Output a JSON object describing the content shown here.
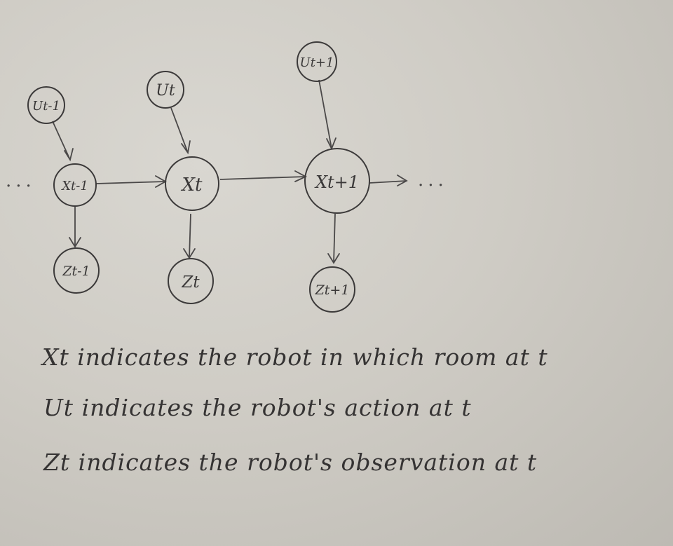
{
  "diagram": {
    "nodes": {
      "u_prev": "Ut-1",
      "u_curr": "Ut",
      "u_next": "Ut+1",
      "x_prev": "Xt-1",
      "x_curr": "Xt",
      "x_next": "Xt+1",
      "z_prev": "Zt-1",
      "z_curr": "Zt",
      "z_next": "Zt+1"
    },
    "ellipsis_left": "...",
    "ellipsis_right": "..."
  },
  "legend": {
    "line1": "Xt  indicates  the  robot  in  which  room  at  t",
    "line2": "Ut  indicates  the  robot's  action  at  t",
    "line3": "Zt  indicates  the  robot's  observation  at  t"
  }
}
